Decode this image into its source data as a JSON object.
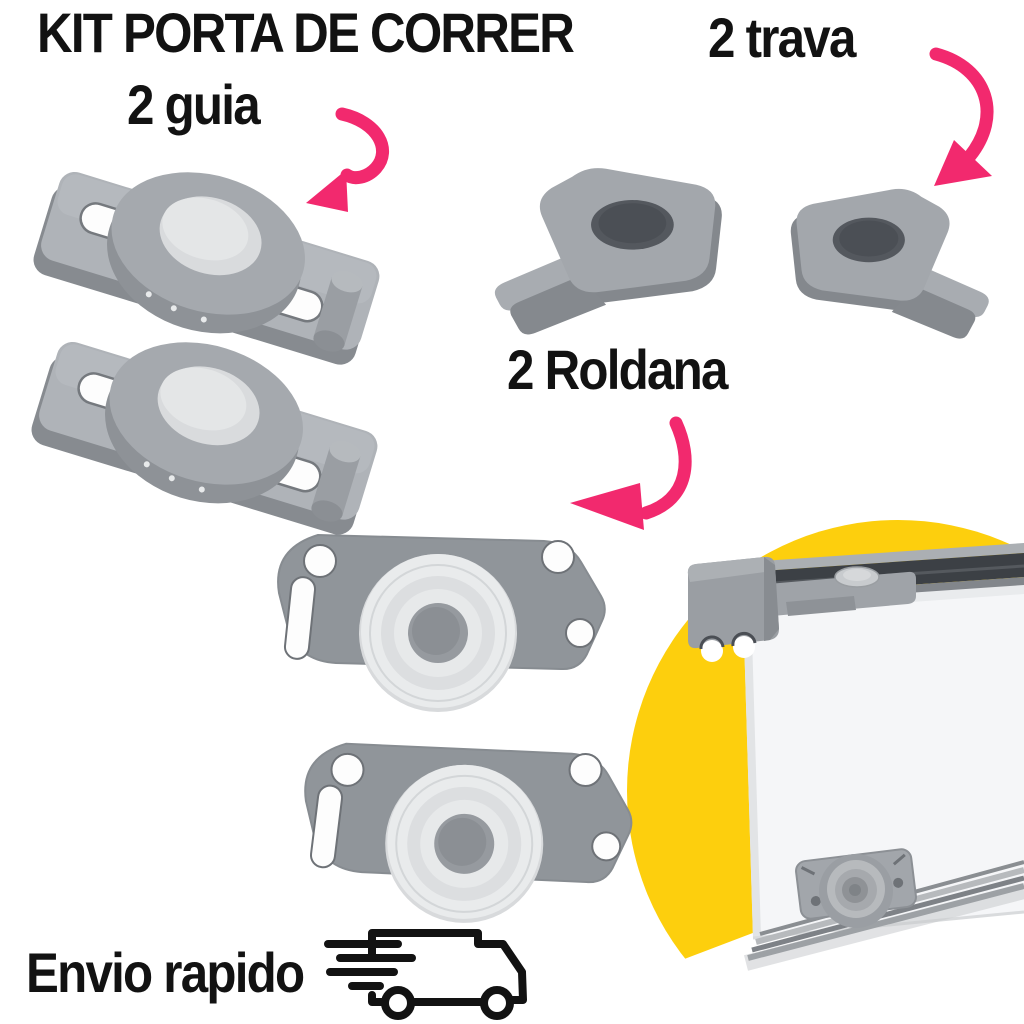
{
  "title": "KIT PORTA DE CORRER",
  "labels": {
    "guia": "2 guia",
    "trava": "2 trava",
    "roldana": "2 Roldana",
    "shipping": "Envio rapido"
  },
  "icons": {
    "truck": "delivery-truck-icon",
    "guia_arrow": "curved-arrow-down-left-icon",
    "trava_arrow": "curved-arrow-down-left-icon",
    "roldana_arrow": "curved-arrow-down-left-icon"
  },
  "colors": {
    "accent_pink": "#F2296E",
    "accent_yellow": "#FDCF0D",
    "ink": "#121212",
    "background": "#FFFFFF",
    "hardware_gray": "#A3A7AC",
    "hardware_gray_dark": "#84888D",
    "hardware_silver": "#DDDFE1",
    "track_dark": "#3C4045"
  }
}
